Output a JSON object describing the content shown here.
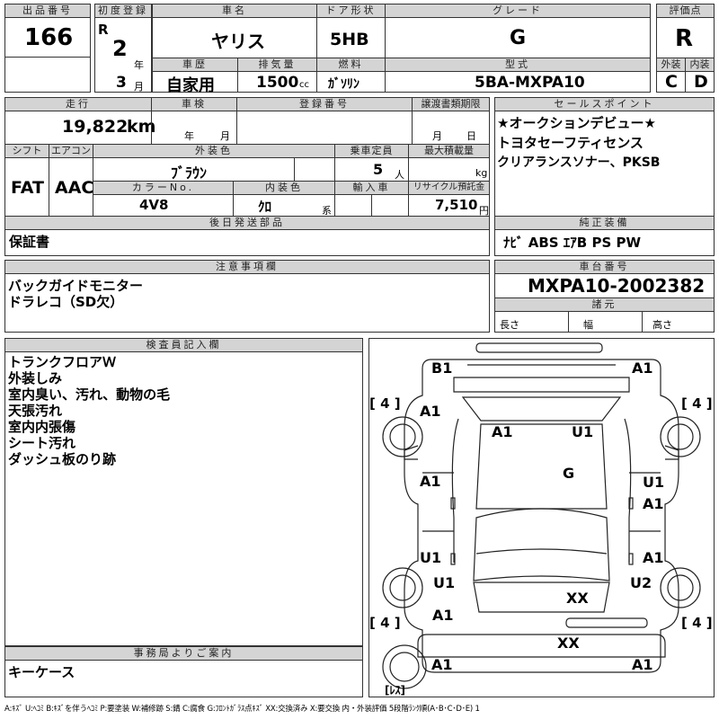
{
  "header": {
    "lot_label": "出品番号",
    "lot_no": "166",
    "reg_label": "初度登録",
    "era": "R",
    "year": "2",
    "year_unit": "年",
    "month": "3",
    "month_unit": "月",
    "car_name_label": "車名",
    "car_name": "ヤリス",
    "door_label": "ドア形状",
    "door": "5HB",
    "grade_label": "グレード",
    "grade": "G",
    "score_label": "評価点",
    "score": "R",
    "history_label": "車歴",
    "history": "自家用",
    "displacement_label": "排気量",
    "displacement": "1500",
    "displacement_unit": "cc",
    "fuel_label": "燃料",
    "fuel": "ｶﾞｿﾘﾝ",
    "model_label": "型式",
    "model": "5BA-MXPA10",
    "exterior_label": "外装",
    "exterior": "C",
    "interior_label": "内装",
    "interior": "D"
  },
  "row2": {
    "mileage_label": "走行",
    "mileage": "19,822",
    "mileage_unit": "km",
    "inspection_label": "車検",
    "inspection_year": "年",
    "inspection_month": "月",
    "regno_label": "登録番号",
    "transfer_label": "譲渡書類期限",
    "transfer_month": "月",
    "transfer_day": "日",
    "shift_label": "シフト",
    "shift": "FAT",
    "ac_label": "エアコン",
    "ac": "AAC",
    "color_label": "外装色",
    "color": "ﾌﾞﾗｳﾝ",
    "capacity_label": "乗車定員",
    "capacity": "5",
    "capacity_unit": "人",
    "load_label": "最大積載量",
    "load_unit": "kg",
    "colorno_label": "カラーNo.",
    "colorno": "4V8",
    "int_color_label": "内装色",
    "int_color": "ｸﾛ",
    "int_color_unit": "系",
    "import_label": "輸入車",
    "recycle_label": "リサイクル預託金",
    "recycle": "7,510",
    "recycle_unit": "円"
  },
  "sales_points": {
    "label": "セールスポイント",
    "lines": [
      "★オークションデビュー★",
      "トヨタセーフティセンス",
      "クリアランスソナー、PKSB"
    ]
  },
  "later_parts": {
    "label": "後日発送部品",
    "value": "保証書"
  },
  "genuine": {
    "label": "純正装備",
    "value": "ﾅﾋﾞ ABS ｴｱB PS PW"
  },
  "notes": {
    "label": "注意事項欄",
    "lines": [
      "バックガイドモニター",
      "ドラレコ（SD欠）"
    ]
  },
  "chassis": {
    "label": "車台番号",
    "value": "MXPA10-2002382",
    "dims_label": "諸元",
    "length": "長さ",
    "width": "幅",
    "height": "高さ"
  },
  "inspector": {
    "label": "検査員記入欄",
    "lines": [
      "トランクフロアＷ",
      "外装しみ",
      "室内臭い、汚れ、動物の毛",
      "天張汚れ",
      "室内内張傷",
      "シート汚れ",
      "ダッシュ板のり跡"
    ]
  },
  "office": {
    "label": "事務局よりご案内",
    "value": "キーケース"
  },
  "diagram": {
    "tire_marks": [
      "[ 4 ]",
      "[ 4 ]",
      "[ 4 ]",
      "[ 4 ]"
    ],
    "labels": {
      "b1": "B1",
      "a1_tr": "A1",
      "a1_fl": "A1",
      "a1_roof": "A1",
      "u1_roof": "U1",
      "g": "G",
      "a1_ld": "A1",
      "u1_rd": "U1",
      "a1_rd": "A1",
      "u1_lr": "U1",
      "a1_rr": "A1",
      "u1_lq": "U1",
      "u2_rq": "U2",
      "xx_trunk": "XX",
      "a1_lr2": "A1",
      "xx_rear": "XX",
      "a1_bl": "A1",
      "a1_br": "A1",
      "less": "[ﾚｽ]"
    }
  },
  "legend": "A:ｷｽﾞ U:ﾍｺﾐ B:ｷｽﾞを伴うﾍｺﾐ P:要塗装 W:補修跡 S:錆 C:腐食 G:ﾌﾛﾝﾄｶﾞﾗｽ点ｷｽﾞ XX:交換済み X:要交換 内・外装評価 5段階ﾗﾝｸ順(A･B･C･D･E) 1"
}
